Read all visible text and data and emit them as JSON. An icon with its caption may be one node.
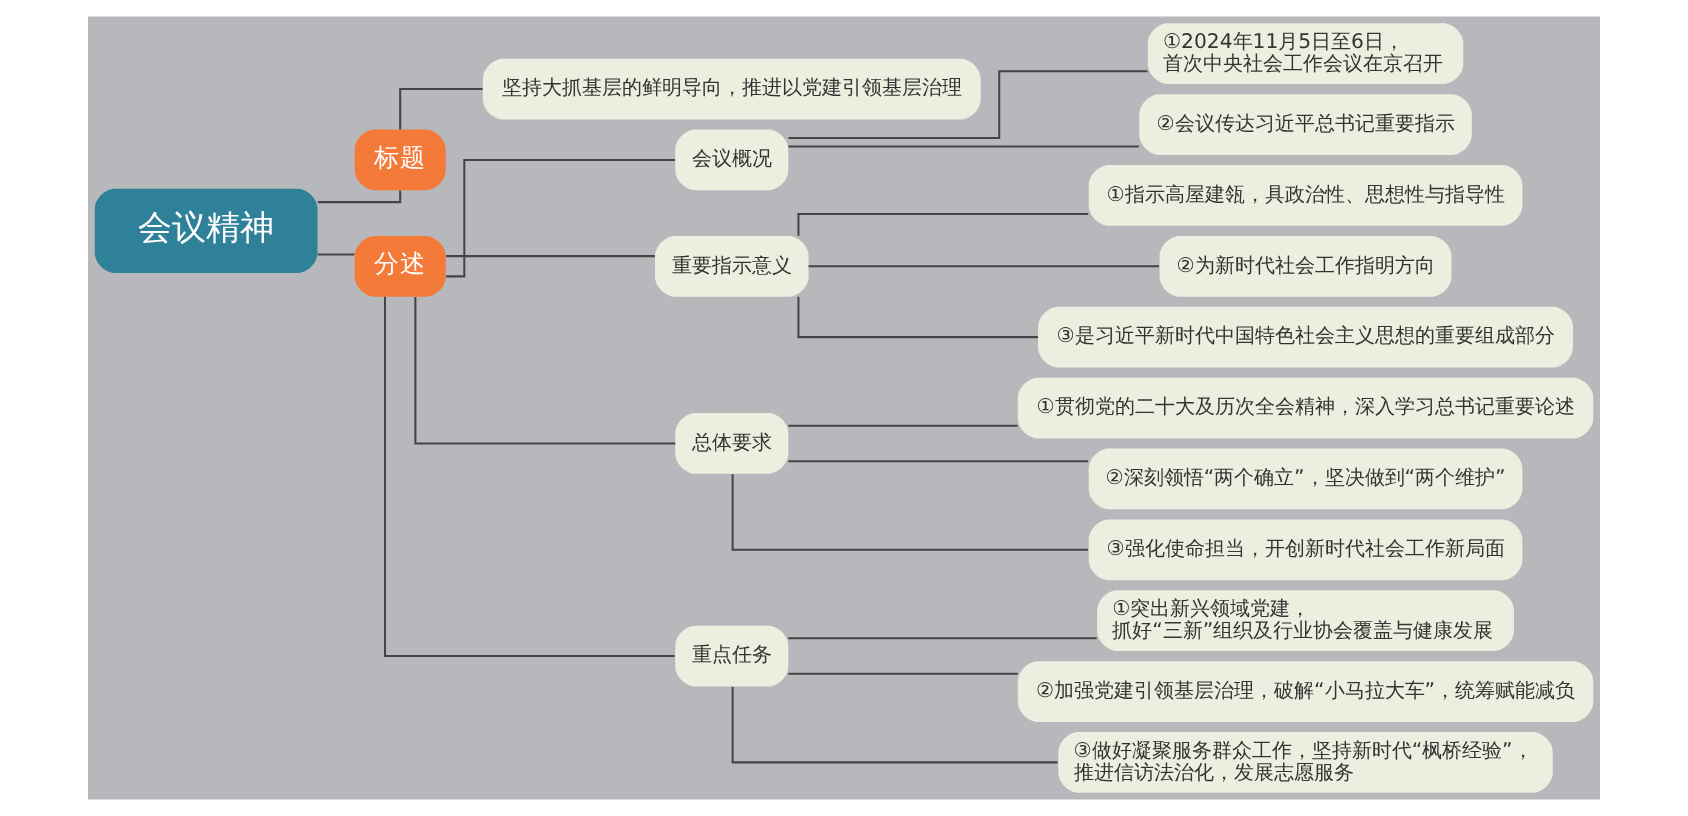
{
  "diagram": {
    "nodes": [
      {
        "text": [
          "会议精神"
        ]
      },
      {
        "text": [
          "标题"
        ]
      },
      {
        "text": [
          "坚持大抓基层的鲜明导向，推进以党建引领基层治理"
        ]
      },
      {
        "text": [
          "分述"
        ]
      },
      {
        "text": [
          "会议概况"
        ]
      },
      {
        "text": [
          "①2024年11月5日至6日，首次中央社会工作会议在京召开"
        ]
      },
      {
        "text": [
          "②会议传达习近平总书记重要指示"
        ]
      },
      {
        "text": [
          "重要指示意义"
        ]
      },
      {
        "text": [
          "①指示高屋建瓴，具政治性、思想性与指导性"
        ]
      },
      {
        "text": [
          "②为新时代社会工作指明方向"
        ]
      },
      {
        "text": [
          "③是习近平新时代中国特色社会主义思想的重要组成部分"
        ]
      },
      {
        "text": [
          "总体要求"
        ]
      },
      {
        "text": [
          "①贯彻党的二十大及历次全会精神，深入学习总书记重要论述"
        ]
      },
      {
        "text": [
          "②深刻领悟“两个确立”，坚决做到“两个维护”"
        ]
      },
      {
        "text": [
          "③强化使命担当，开创新时代社会工作新局面"
        ]
      },
      {
        "text": [
          "重点任务"
        ]
      },
      {
        "text": [
          "①突出新兴领域党建，抓好“三新”组织及行业协会覆盖与健康发展"
        ]
      },
      {
        "text": [
          "②加强党建引领基层治理，破解“小马拉大车”，统筹赋能减负"
        ]
      },
      {
        "text": [
          "③做好凝聚服务群众工作，坚持新时代“枫桥经验”，推进信访法治化，发展志愿服务"
        ]
      }
    ],
    "edges": [
      {
        "from": 0,
        "to": 1,
        "arrow": "none"
      },
      {
        "from": 1,
        "to": 2,
        "arrow": "none"
      },
      {
        "from": 0,
        "to": 3,
        "arrow": "none"
      },
      {
        "from": 3,
        "to": 4,
        "arrow": "none"
      },
      {
        "from": 4,
        "to": 5,
        "arrow": "none"
      },
      {
        "from": 4,
        "to": 6,
        "arrow": "none"
      },
      {
        "from": 3,
        "to": 7,
        "arrow": "none"
      },
      {
        "from": 7,
        "to": 8,
        "arrow": "none"
      },
      {
        "from": 7,
        "to": 9,
        "arrow": "none"
      },
      {
        "from": 7,
        "to": 10,
        "arrow": "none"
      },
      {
        "from": 3,
        "to": 11,
        "arrow": "none"
      },
      {
        "from": 11,
        "to": 12,
        "arrow": "none"
      },
      {
        "from": 11,
        "to": 13,
        "arrow": "none"
      },
      {
        "from": 11,
        "to": 14,
        "arrow": "none"
      },
      {
        "from": 3,
        "to": 15,
        "arrow": "none"
      },
      {
        "from": 15,
        "to": 16,
        "arrow": "none"
      },
      {
        "from": 15,
        "to": 17,
        "arrow": "none"
      },
      {
        "from": 15,
        "to": 18,
        "arrow": "none"
      }
    ]
  }
}
